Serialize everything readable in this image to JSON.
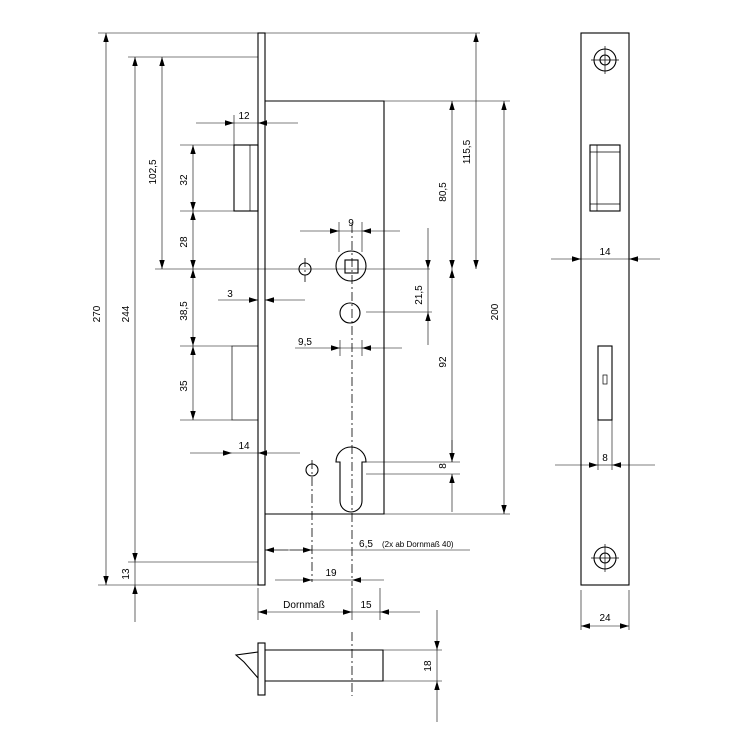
{
  "dimensions": {
    "d270": "270",
    "d244": "244",
    "d13": "13",
    "d102_5": "102,5",
    "d12": "12",
    "d32": "32",
    "d28": "28",
    "d9": "9",
    "d3": "3",
    "d38_5": "38,5",
    "d9_5": "9,5",
    "d21_5": "21,5",
    "d35": "35",
    "d14_left": "14",
    "d115_5": "115,5",
    "d80_5": "80,5",
    "d200": "200",
    "d92": "92",
    "d8_right": "8",
    "d6_5": "6,5",
    "note_6_5": "(2x ab Dornmaß 40)",
    "d19": "19",
    "dornmass": "Dornmaß",
    "d15": "15",
    "d18": "18",
    "d14_face": "14",
    "d8_face": "8",
    "d24": "24"
  }
}
